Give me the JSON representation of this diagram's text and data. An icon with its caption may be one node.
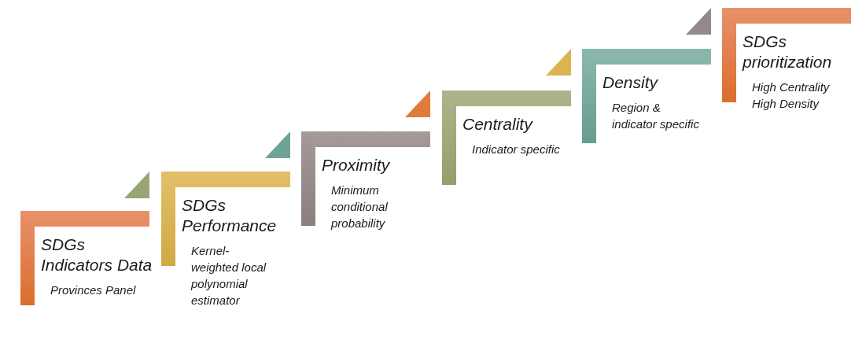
{
  "diagram": {
    "nodes": [
      {
        "text": [
          "SDGs Indicators Data",
          "Provinces Panel"
        ]
      },
      {
        "text": [
          "SDGs Performance",
          "Kernel- weighted local polynomial estimator"
        ]
      },
      {
        "text": [
          "Proximity",
          "Minimum conditional probability"
        ]
      },
      {
        "text": [
          "Centrality",
          "Indicator specific"
        ]
      },
      {
        "text": [
          "Density",
          "Region & indicator specific"
        ]
      },
      {
        "text": [
          "SDGs prioritization",
          "High Centrality High Density"
        ]
      }
    ]
  }
}
